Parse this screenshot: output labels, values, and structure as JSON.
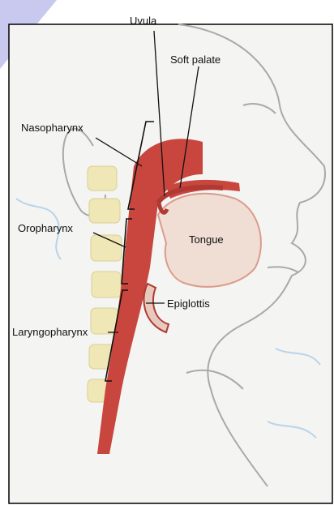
{
  "labels": {
    "uvula": "Uvula",
    "soft_palate": "Soft palate",
    "nasopharynx": "Nasopharynx",
    "oropharynx": "Oropharynx",
    "tongue": "Tongue",
    "epiglottis": "Epiglottis",
    "laryngopharynx": "Laryngopharynx"
  },
  "colors": {
    "frame": "#000000",
    "corner_accent": "#c9c9ef",
    "pharynx": "#c8463d",
    "tongue_fill": "#f0ddd3",
    "skin_line": "#a9a9a9",
    "spine": "#efe7b6",
    "vessels": "#9fc6e6"
  }
}
